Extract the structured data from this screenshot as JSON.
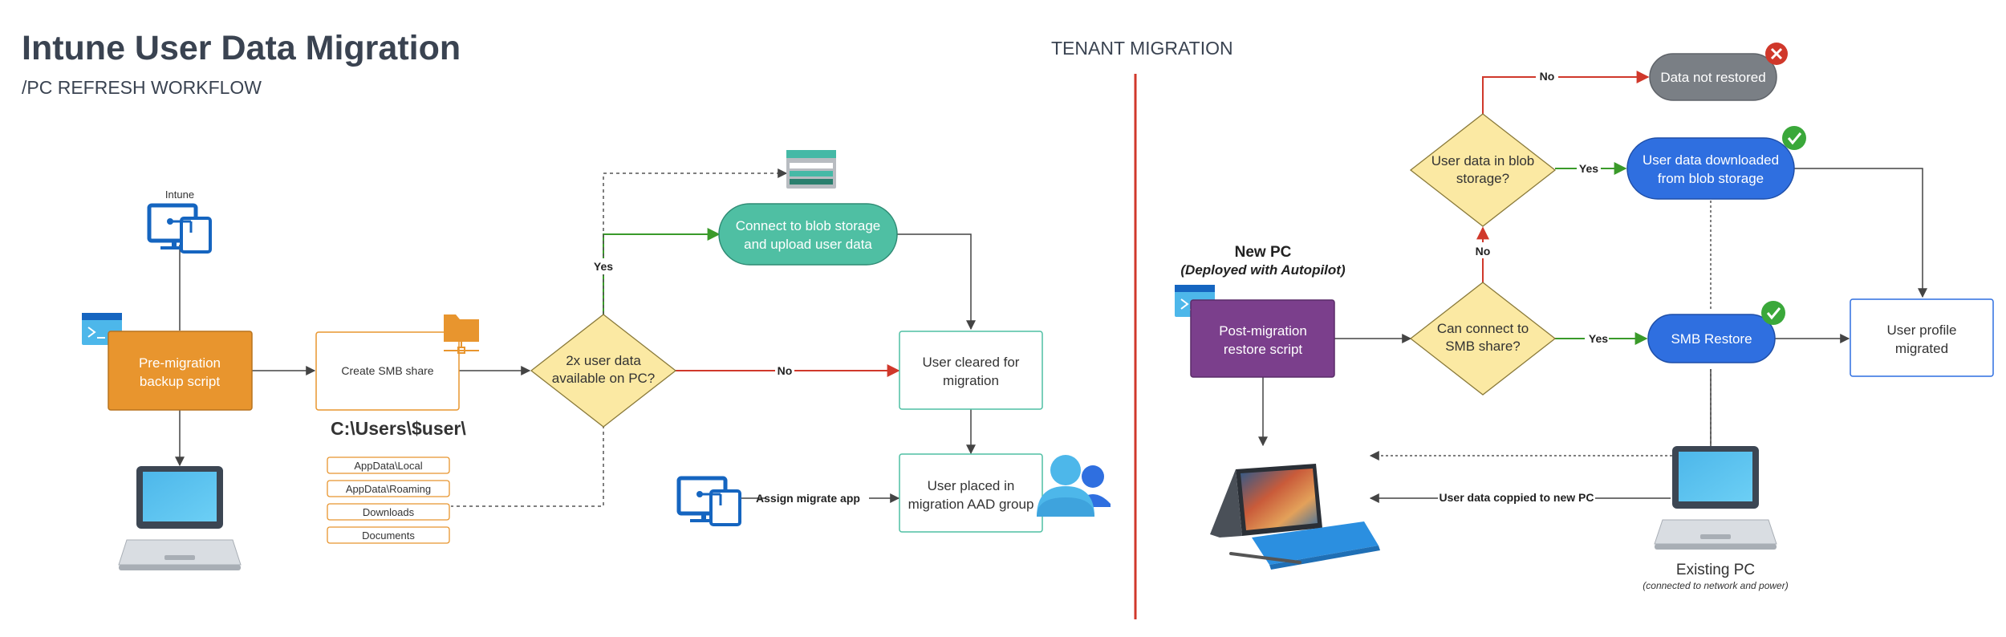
{
  "header": {
    "title": "Intune User Data Migration",
    "subtitle": "/PC REFRESH WORKFLOW",
    "tenant_section": "TENANT MIGRATION"
  },
  "left": {
    "intune_label": "Intune",
    "pre_migration": [
      "Pre-migration",
      "backup script"
    ],
    "create_smb": "Create SMB share",
    "user_path": "C:\\Users\\$user\\",
    "folders": [
      "AppData\\Local",
      "AppData\\Roaming",
      "Downloads",
      "Documents"
    ],
    "decision": [
      "2x user data",
      "available on PC?"
    ],
    "connect_blob": [
      "Connect to blob storage",
      "and upload user data"
    ],
    "yes_label": "Yes",
    "no_label": "No",
    "user_cleared": [
      "User cleared for",
      "migration"
    ],
    "user_placed": [
      "User placed in",
      "migration AAD group"
    ],
    "assign_app": "Assign migrate app"
  },
  "right": {
    "new_pc_title": "New PC",
    "new_pc_subtitle": "(Deployed with Autopilot)",
    "post_migration": [
      "Post-migration",
      "restore script"
    ],
    "can_connect": [
      "Can connect to",
      "SMB share?"
    ],
    "blob_decision": [
      "User data in blob",
      "storage?"
    ],
    "data_not_restored": "Data not restored",
    "user_downloaded": [
      "User data downloaded",
      "from blob storage"
    ],
    "smb_restore": "SMB Restore",
    "profile_migrated": [
      "User profile",
      "migrated"
    ],
    "yes_label": "Yes",
    "no_label": "No",
    "copied_label": "User data coppied to new PC",
    "existing_pc": "Existing PC",
    "existing_pc_note": "(connected to network and power)"
  },
  "colors": {
    "orange": "#e8952e",
    "teal": "#4fbfa3",
    "yellow": "#fbe9a3",
    "purple": "#7b3f8c",
    "blue": "#2f6fe0",
    "gray": "#7a7f85",
    "red": "#d0382b",
    "green": "#3a9a2a",
    "text_dark": "#3a4351"
  }
}
